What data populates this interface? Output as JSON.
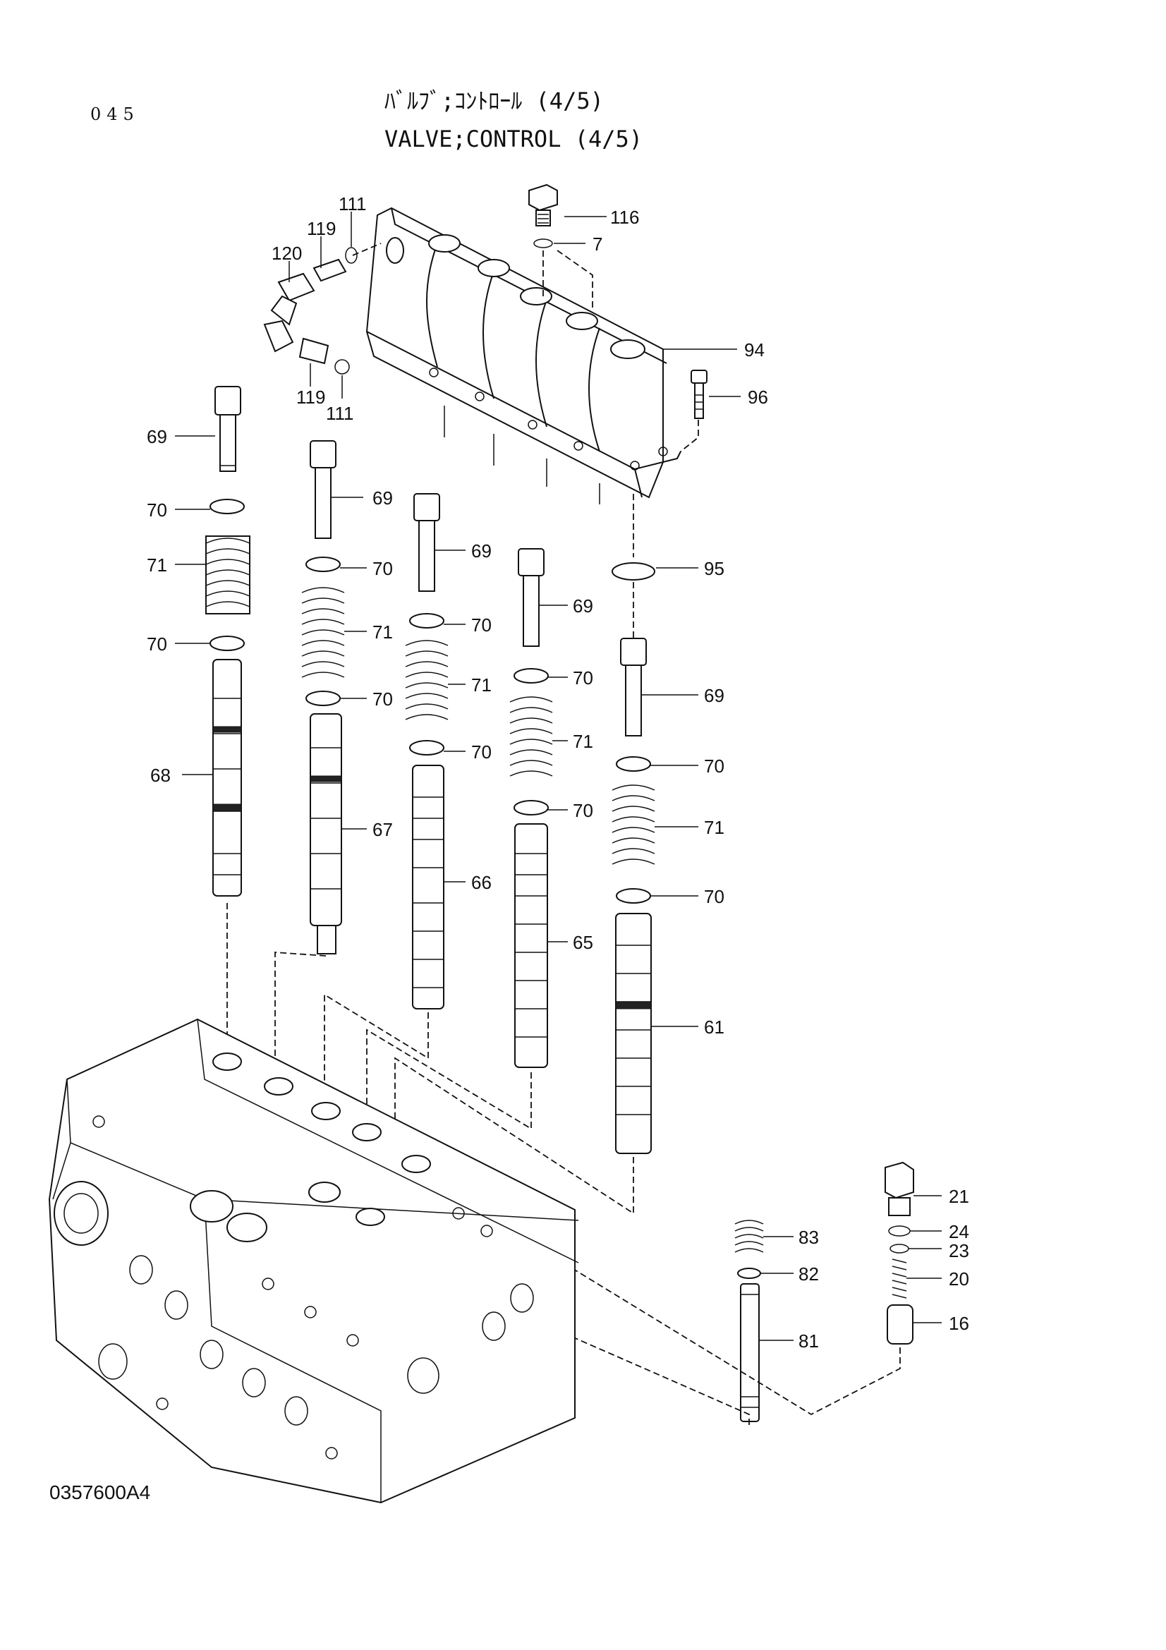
{
  "header": {
    "page_number": "045",
    "title_jp": "ﾊﾞﾙﾌﾞ;ｺﾝﾄﾛｰﾙ (4/5)",
    "title_en": "VALVE;CONTROL (4/5)"
  },
  "footer": {
    "drawing_code": "0357600A4"
  },
  "callouts": {
    "c116": "116",
    "c7": "7",
    "c94": "94",
    "c96": "96",
    "c95": "95",
    "c111a": "111",
    "c119a": "119",
    "c120": "120",
    "c119b": "119",
    "c111b": "111",
    "s1_69": "69",
    "s1_70a": "70",
    "s1_71": "71",
    "s1_70b": "70",
    "s1_68": "68",
    "s2_69": "69",
    "s2_70a": "70",
    "s2_71": "71",
    "s2_70b": "70",
    "s2_67": "67",
    "s3_69": "69",
    "s3_70a": "70",
    "s3_71": "71",
    "s3_70b": "70",
    "s3_66": "66",
    "s4_69": "69",
    "s4_70a": "70",
    "s4_71": "71",
    "s4_70b": "70",
    "s4_65": "65",
    "s5_69": "69",
    "s5_70a": "70",
    "s5_71": "71",
    "s5_70b": "70",
    "s5_61": "61",
    "c83": "83",
    "c82": "82",
    "c81": "81",
    "c21": "21",
    "c24": "24",
    "c23": "23",
    "c20": "20",
    "c16": "16"
  }
}
